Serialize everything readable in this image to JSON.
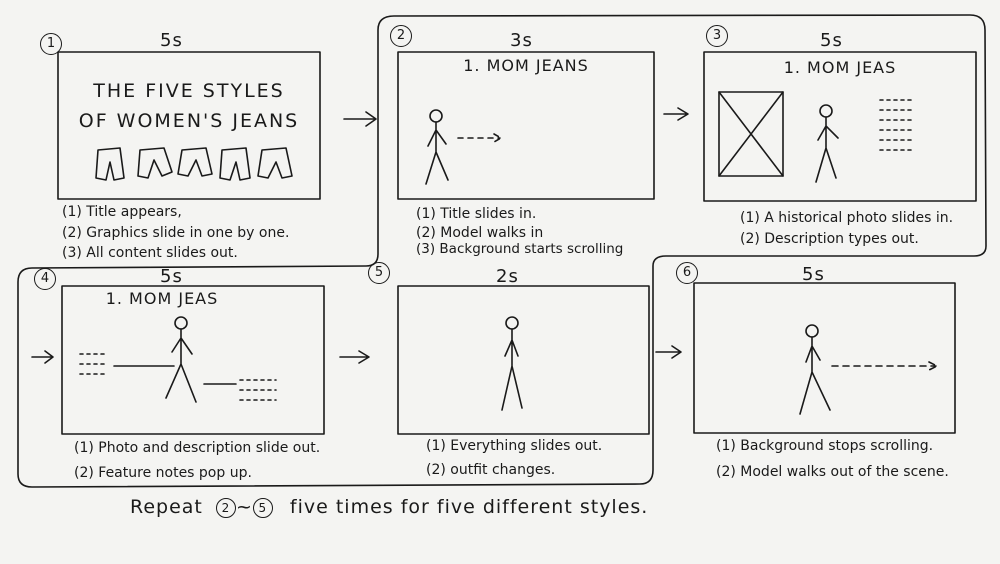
{
  "panels": [
    {
      "number": "1",
      "duration": "5s",
      "title_lines": [
        "THE FIVE STYLES",
        "OF WOMEN'S JEANS"
      ],
      "notes": [
        "(1) Title appears,",
        "(2) Graphics slide in one by one.",
        "(3) All content slides out."
      ]
    },
    {
      "number": "2",
      "duration": "3s",
      "frame_title": "1. MOM JEANS",
      "notes": [
        "(1) Title slides in.",
        "(2) Model walks in",
        "(3) Background starts scrolling"
      ]
    },
    {
      "number": "3",
      "duration": "5s",
      "frame_title": "1. MOM JEAS",
      "notes": [
        "(1) A historical photo slides in.",
        "(2) Description types out."
      ]
    },
    {
      "number": "4",
      "duration": "5s",
      "frame_title": "1. MOM JEAS",
      "notes": [
        "(1) Photo and description slide out.",
        "(2) Feature notes pop up."
      ]
    },
    {
      "number": "5",
      "duration": "2s",
      "notes": [
        "(1) Everything slides out.",
        "(2) outfit changes."
      ]
    },
    {
      "number": "6",
      "duration": "5s",
      "notes": [
        "(1) Background stops scrolling.",
        "(2) Model walks out of the scene."
      ]
    }
  ],
  "footer": {
    "prefix": "Repeat",
    "range_start": "2",
    "tilde": "~",
    "range_end": "5",
    "suffix": "five times for five different styles."
  },
  "icons": {
    "arrow": "right-arrow-icon",
    "walker": "stick-figure-icon",
    "jeans": "jeans-icon",
    "photo": "photo-placeholder-icon",
    "text_lines": "text-lines-icon"
  }
}
